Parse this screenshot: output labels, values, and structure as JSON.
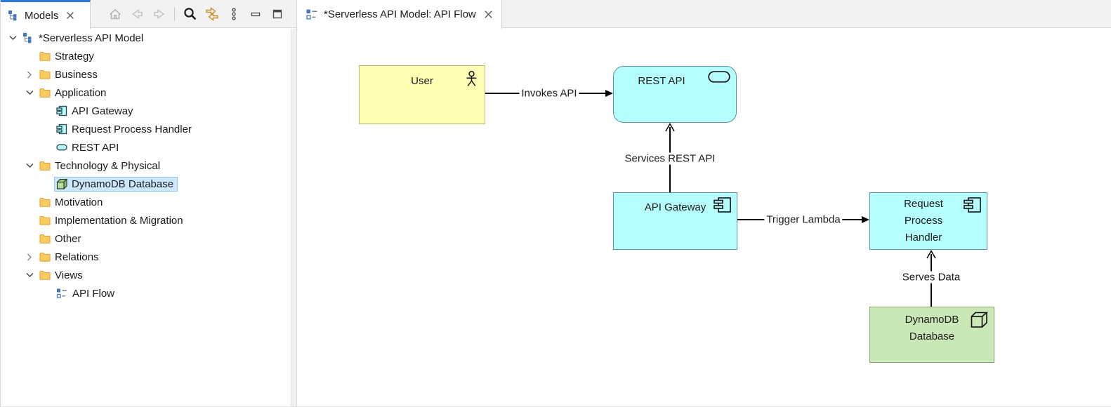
{
  "colors": {
    "accent_blue": "#2B79D7",
    "selection_fill": "#CCE8FF",
    "selection_border": "#90C8F6",
    "business_fill": "#FFFFB5",
    "application_fill": "#B5FFFF",
    "technology_fill": "#C9E7B7",
    "folder_yellow": "#FBCB5F",
    "sync_gold": "#C8912C"
  },
  "models_panel": {
    "tab_label": "Models",
    "toolbar": {
      "home": "home-icon",
      "back": "back-icon",
      "forward": "forward-icon",
      "search": "search-icon",
      "sync": "link-with-editor-icon",
      "menu": "view-menu-icon",
      "minimize": "minimize-icon",
      "maximize": "maximize-icon"
    },
    "tree": [
      {
        "label": "*Serverless API Model",
        "level": 0,
        "icon": "model-icon",
        "chevron": "down",
        "selected": false
      },
      {
        "label": "Strategy",
        "level": 1,
        "icon": "folder-icon",
        "chevron": "none",
        "selected": false
      },
      {
        "label": "Business",
        "level": 1,
        "icon": "folder-icon",
        "chevron": "right",
        "selected": false
      },
      {
        "label": "Application",
        "level": 1,
        "icon": "folder-icon",
        "chevron": "down",
        "selected": false
      },
      {
        "label": "API Gateway",
        "level": 2,
        "icon": "component-icon",
        "chevron": "none",
        "selected": false
      },
      {
        "label": "Request Process Handler",
        "level": 2,
        "icon": "component-icon",
        "chevron": "none",
        "selected": false
      },
      {
        "label": "REST API",
        "level": 2,
        "icon": "service-icon",
        "chevron": "none",
        "selected": false
      },
      {
        "label": "Technology & Physical",
        "level": 1,
        "icon": "folder-icon",
        "chevron": "down",
        "selected": false
      },
      {
        "label": "DynamoDB Database",
        "level": 2,
        "icon": "node-cube-icon",
        "chevron": "none",
        "selected": true
      },
      {
        "label": "Motivation",
        "level": 1,
        "icon": "folder-icon",
        "chevron": "none",
        "selected": false
      },
      {
        "label": "Implementation & Migration",
        "level": 1,
        "icon": "folder-icon",
        "chevron": "none",
        "selected": false
      },
      {
        "label": "Other",
        "level": 1,
        "icon": "folder-icon",
        "chevron": "none",
        "selected": false
      },
      {
        "label": "Relations",
        "level": 1,
        "icon": "folder-icon",
        "chevron": "right",
        "selected": false
      },
      {
        "label": "Views",
        "level": 1,
        "icon": "folder-icon",
        "chevron": "down",
        "selected": false
      },
      {
        "label": "API Flow",
        "level": 2,
        "icon": "diagram-icon",
        "chevron": "none",
        "selected": false
      }
    ]
  },
  "editor": {
    "tab_label": "*Serverless API Model: API Flow",
    "nodes": [
      {
        "label": "User",
        "type": "business-actor",
        "icon": "actor-icon"
      },
      {
        "label": "REST API",
        "type": "application-service",
        "icon": "service-icon"
      },
      {
        "label": "API Gateway",
        "type": "application-component",
        "icon": "component-icon"
      },
      {
        "label": "Request Process Handler",
        "type": "application-component",
        "icon": "component-icon"
      },
      {
        "label": "DynamoDB Database",
        "type": "technology-node",
        "icon": "node-cube-icon"
      }
    ],
    "connections": [
      {
        "label": "Invokes API",
        "from": "User",
        "to": "REST API",
        "arrowhead": "solid"
      },
      {
        "label": "Services REST API",
        "from": "API Gateway",
        "to": "REST API",
        "arrowhead": "open"
      },
      {
        "label": "Trigger Lambda",
        "from": "API Gateway",
        "to": "Request Process Handler",
        "arrowhead": "solid"
      },
      {
        "label": "Serves Data",
        "from": "DynamoDB Database",
        "to": "Request Process Handler",
        "arrowhead": "open"
      }
    ]
  }
}
